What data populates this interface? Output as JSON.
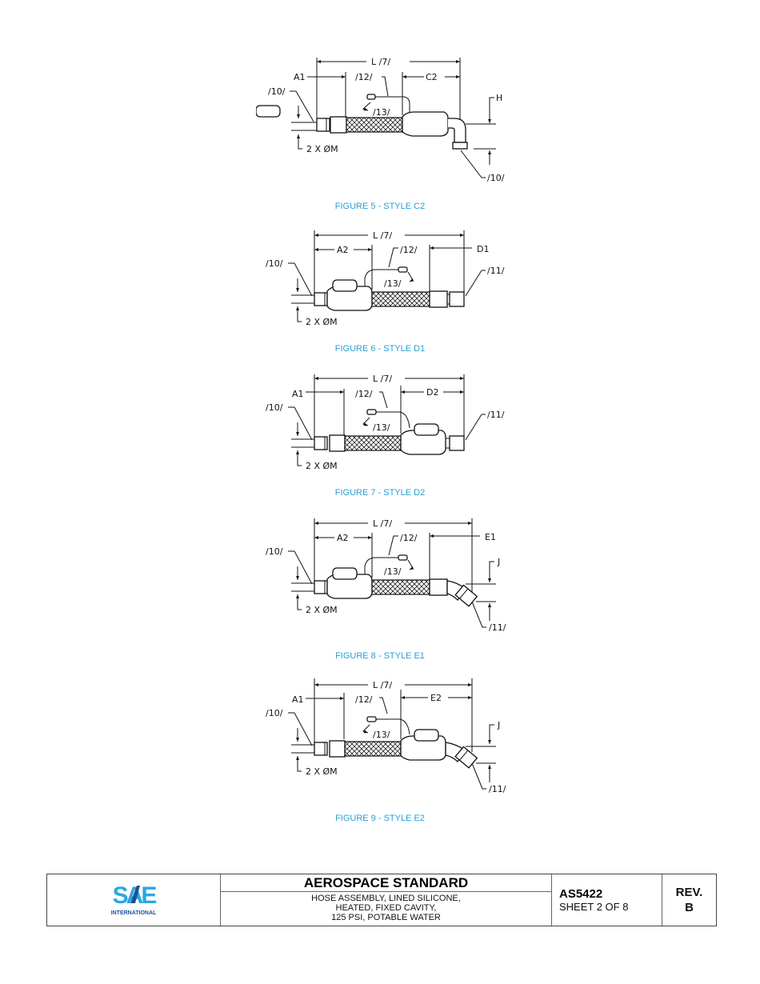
{
  "figures": [
    {
      "id": "fig5",
      "caption": "FIGURE 5 - STYLE C2",
      "labels": {
        "overall": "L /7/",
        "left_dim": "A1",
        "wire": "/12/",
        "wire_end": "/13/",
        "right_dim": "C2",
        "left_fitting": "/10/",
        "right_fitting": "/10/",
        "offset": "H",
        "diameter": "2 X ØM"
      }
    },
    {
      "id": "fig6",
      "caption": "FIGURE 6 - STYLE D1",
      "labels": {
        "overall": "L /7/",
        "left_dim": "A2",
        "wire": "/12/",
        "wire_end": "/13/",
        "right_dim": "D1",
        "left_fitting": "/10/",
        "right_fitting": "/11/",
        "diameter": "2 X ØM"
      }
    },
    {
      "id": "fig7",
      "caption": "FIGURE 7 - STYLE D2",
      "labels": {
        "overall": "L /7/",
        "left_dim": "A1",
        "wire": "/12/",
        "wire_end": "/13/",
        "right_dim": "D2",
        "left_fitting": "/10/",
        "right_fitting": "/11/",
        "diameter": "2 X ØM"
      }
    },
    {
      "id": "fig8",
      "caption": "FIGURE 8 - STYLE E1",
      "labels": {
        "overall": "L /7/",
        "left_dim": "A2",
        "wire": "/12/",
        "wire_end": "/13/",
        "right_dim": "E1",
        "left_fitting": "/10/",
        "right_fitting": "/11/",
        "offset": "J",
        "diameter": "2 X ØM"
      }
    },
    {
      "id": "fig9",
      "caption": "FIGURE 9 - STYLE E2",
      "labels": {
        "overall": "L /7/",
        "left_dim": "A1",
        "wire": "/12/",
        "wire_end": "/13/",
        "right_dim": "E2",
        "left_fitting": "/10/",
        "right_fitting": "/11/",
        "offset": "J",
        "diameter": "2 X ØM"
      }
    }
  ],
  "title_block": {
    "logo": {
      "text": "SAE",
      "subtext": "INTERNATIONAL",
      "colors": {
        "light": "#2aa7e0",
        "dark": "#1f4f9a"
      }
    },
    "heading": "AEROSPACE STANDARD",
    "description": [
      "HOSE ASSEMBLY, LINED SILICONE,",
      "HEATED, FIXED CAVITY,",
      "125 PSI, POTABLE WATER"
    ],
    "document_number": "AS5422",
    "sheet": "SHEET 2 OF 8",
    "rev_label": "REV.",
    "rev_value": "B"
  },
  "colors": {
    "caption": "#2a9fd6",
    "line": "#111111"
  }
}
